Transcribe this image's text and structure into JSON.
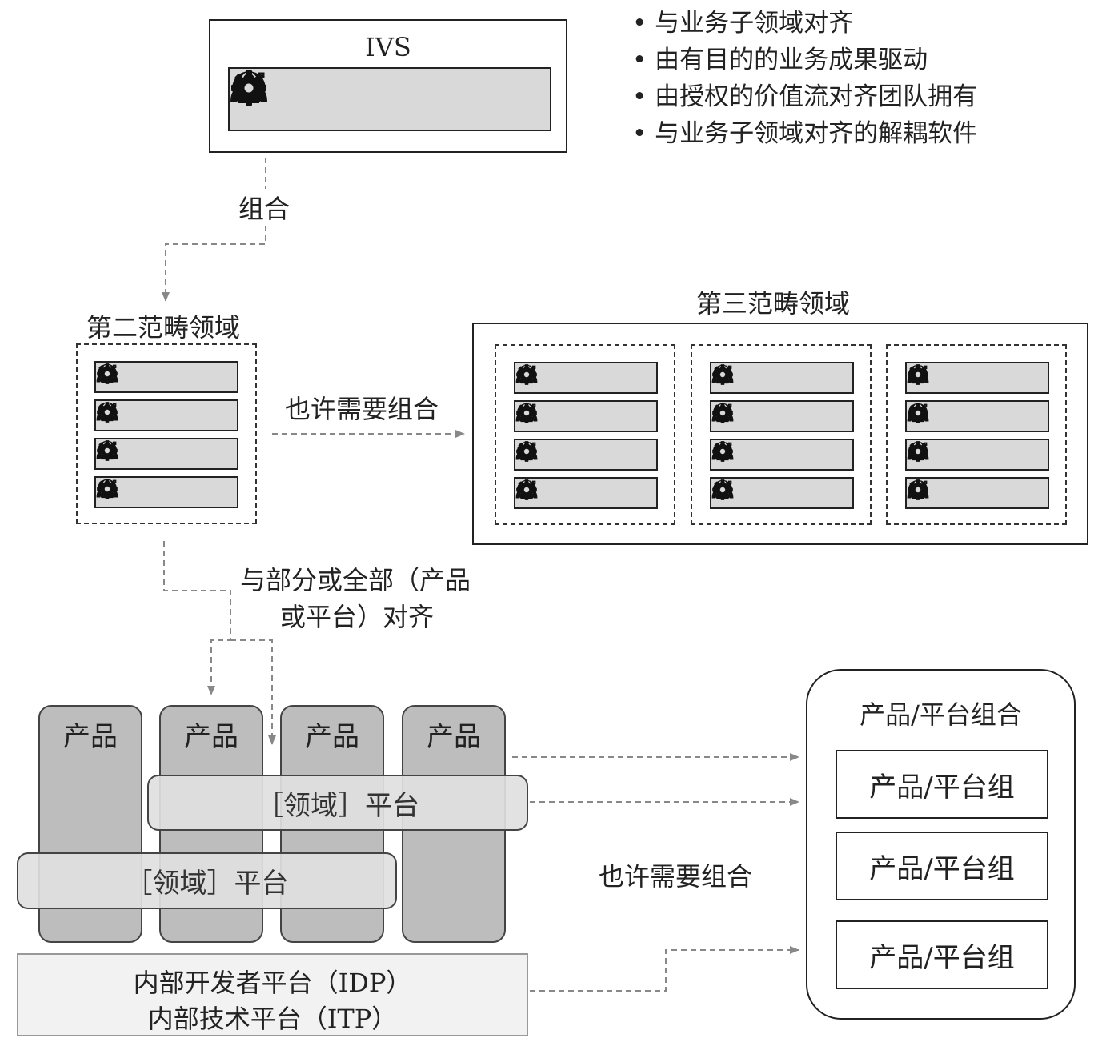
{
  "ivs": {
    "title": "IVS",
    "icons": [
      "globe-icon",
      "target-icon",
      "team-icon",
      "gear-icon"
    ]
  },
  "bullets": [
    "• 与业务子领域对齐",
    "• 由有目的的业务成果驱动",
    "• 由授权的价值流对齐团队拥有",
    "• 与业务子领域对齐的解耦软件"
  ],
  "labels": {
    "compose": "组合",
    "second_domain": "第二范畴领域",
    "third_domain": "第三范畴领域",
    "maybe_compose_1": "也许需要组合",
    "align_line1": "与部分或全部（产品",
    "align_line2": "或平台）对齐",
    "maybe_compose_2": "也许需要组合"
  },
  "products": [
    "产品",
    "产品",
    "产品",
    "产品"
  ],
  "platforms": [
    "［领域］平台",
    "［领域］平台"
  ],
  "idp": {
    "line1": "内部开发者平台（IDP）",
    "line2": "内部技术平台（ITP）"
  },
  "product_platform_group": {
    "title": "产品/平台组合",
    "items": [
      "产品/平台组",
      "产品/平台组",
      "产品/平台组"
    ]
  },
  "colors": {
    "line": "#222222",
    "dashed_arrow": "#888888",
    "icon_row_fill": "#d9d9d9",
    "pillar_fill": "#bdbdbd",
    "platform_fill": "#e0e0e0"
  }
}
